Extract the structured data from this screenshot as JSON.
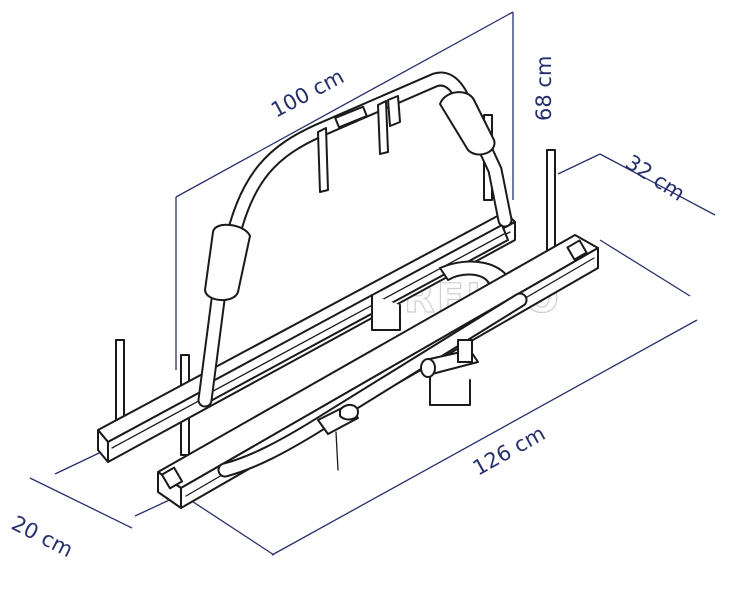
{
  "watermark": "REIMO",
  "colors": {
    "dimension": "#27306e",
    "line": "#1a1a1a",
    "watermark": "#cfcfcf"
  },
  "dimensions": {
    "top_length": "100 cm",
    "height": "68 cm",
    "depth": "32 cm",
    "rail_length": "126 cm",
    "rail_width": "20 cm"
  }
}
